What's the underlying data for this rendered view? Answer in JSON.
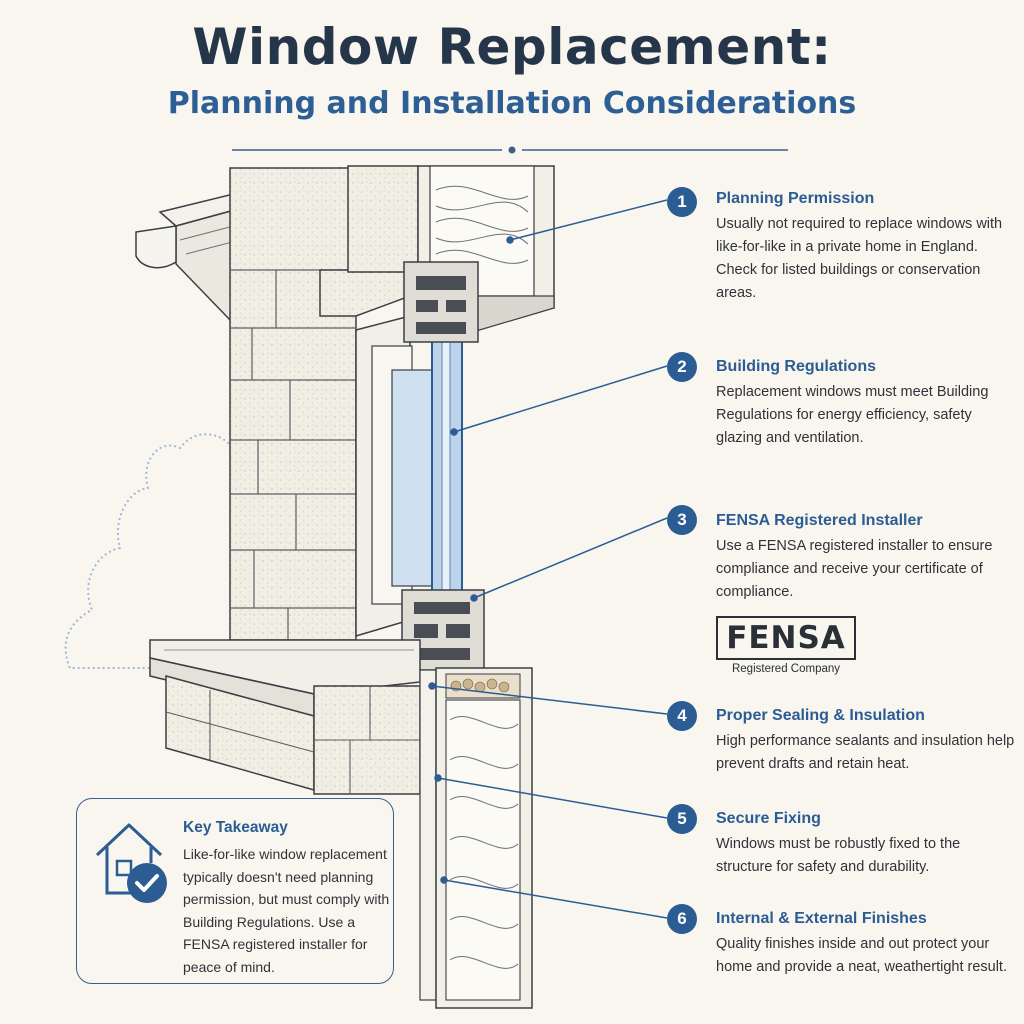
{
  "header": {
    "title": "Window Replacement:",
    "subtitle": "Planning and Installation Considerations"
  },
  "items": [
    {
      "number": "1",
      "title": "Planning Permission",
      "text": "Usually not required to replace windows with like-for-like in a private home in England. Check for listed buildings or conservation areas."
    },
    {
      "number": "2",
      "title": "Building Regulations",
      "text": "Replacement windows must meet Building Regulations for energy efficiency, safety glazing and ventilation."
    },
    {
      "number": "3",
      "title": "FENSA Registered Installer",
      "text": "Use a FENSA registered installer to ensure compliance and receive your certificate of compliance."
    },
    {
      "number": "4",
      "title": "Proper Sealing & Insulation",
      "text": "High performance sealants and insulation help prevent drafts and retain heat."
    },
    {
      "number": "5",
      "title": "Secure Fixing",
      "text": "Windows must be robustly fixed to the structure for safety and durability."
    },
    {
      "number": "6",
      "title": "Internal & External Finishes",
      "text": "Quality finishes inside and out protect your home and provide a neat, weathertight result."
    }
  ],
  "fensa_logo": {
    "name": "FENSA",
    "caption": "Registered Company"
  },
  "takeaway": {
    "title": "Key Takeaway",
    "text": "Like-for-like window replacement typically doesn't need planning permission, but must comply with Building Regulations. Use a FENSA registered installer for peace of mind."
  },
  "colors": {
    "accent": "#2c5c94",
    "title": "#26364a",
    "background": "#f8f6ee",
    "glass": "#bcd3ea"
  }
}
